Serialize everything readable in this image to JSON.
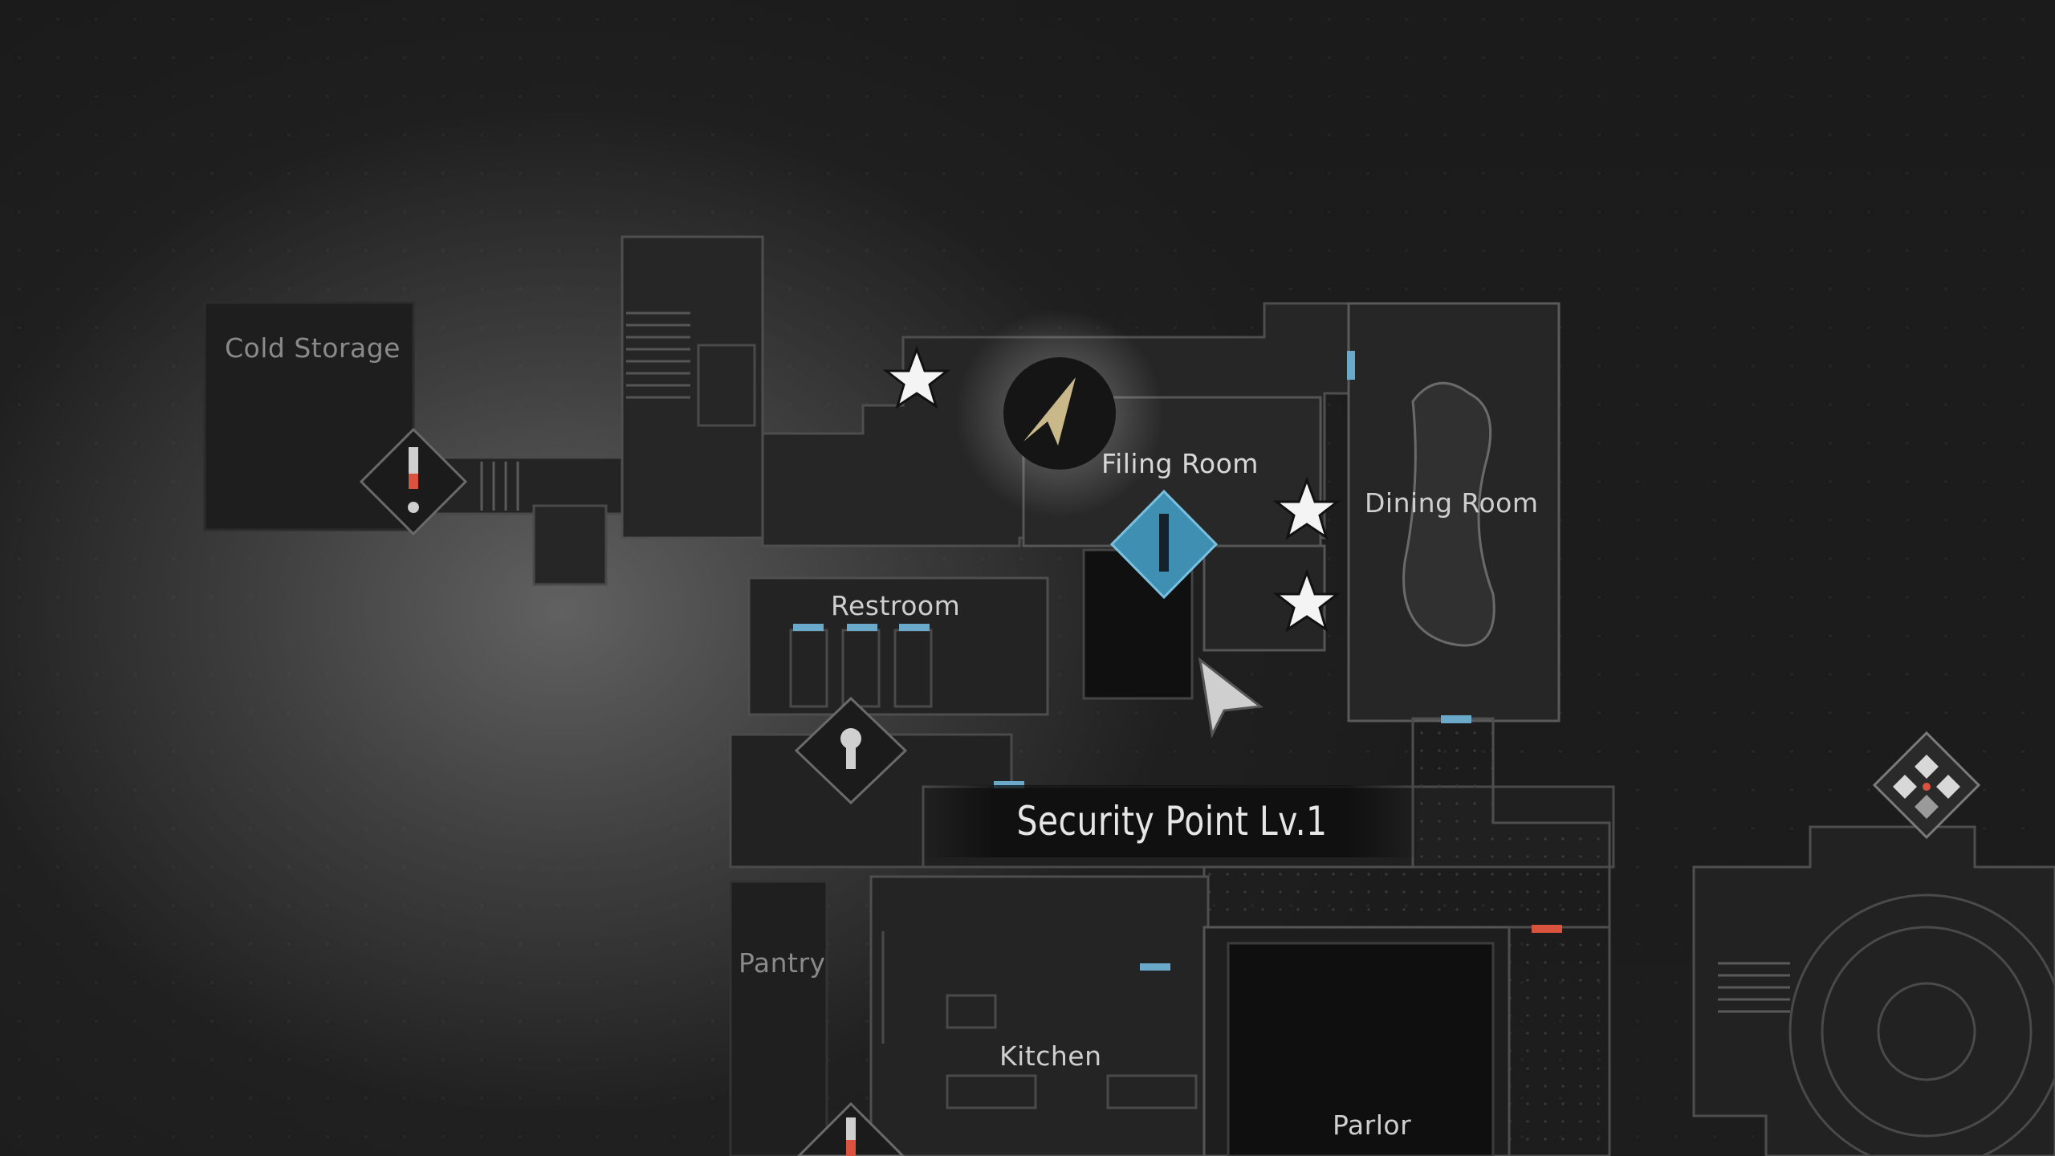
{
  "map": {
    "rooms": {
      "cold_storage": "Cold Storage",
      "filing_room": "Filing Room",
      "dining_room": "Dining Room",
      "restroom": "Restroom",
      "pantry": "Pantry",
      "kitchen": "Kitchen",
      "parlor": "Parlor"
    },
    "location_banner": "Security Point Lv.1"
  },
  "markers": {
    "player": "player-arrow-icon",
    "objective": "objective-diamond-icon",
    "stars": [
      "star-icon",
      "star-icon",
      "star-icon"
    ],
    "lock": "keyhole-icon",
    "alerts": [
      "exclamation-icon",
      "exclamation-icon"
    ],
    "compass": "map-compass-icon",
    "cursor": "cursor-arrow-icon"
  },
  "colors": {
    "door_open": "#6aa9c9",
    "door_locked": "#d9533f",
    "objective": "#3f8fb3",
    "player_arrow": "#c9b98a"
  }
}
